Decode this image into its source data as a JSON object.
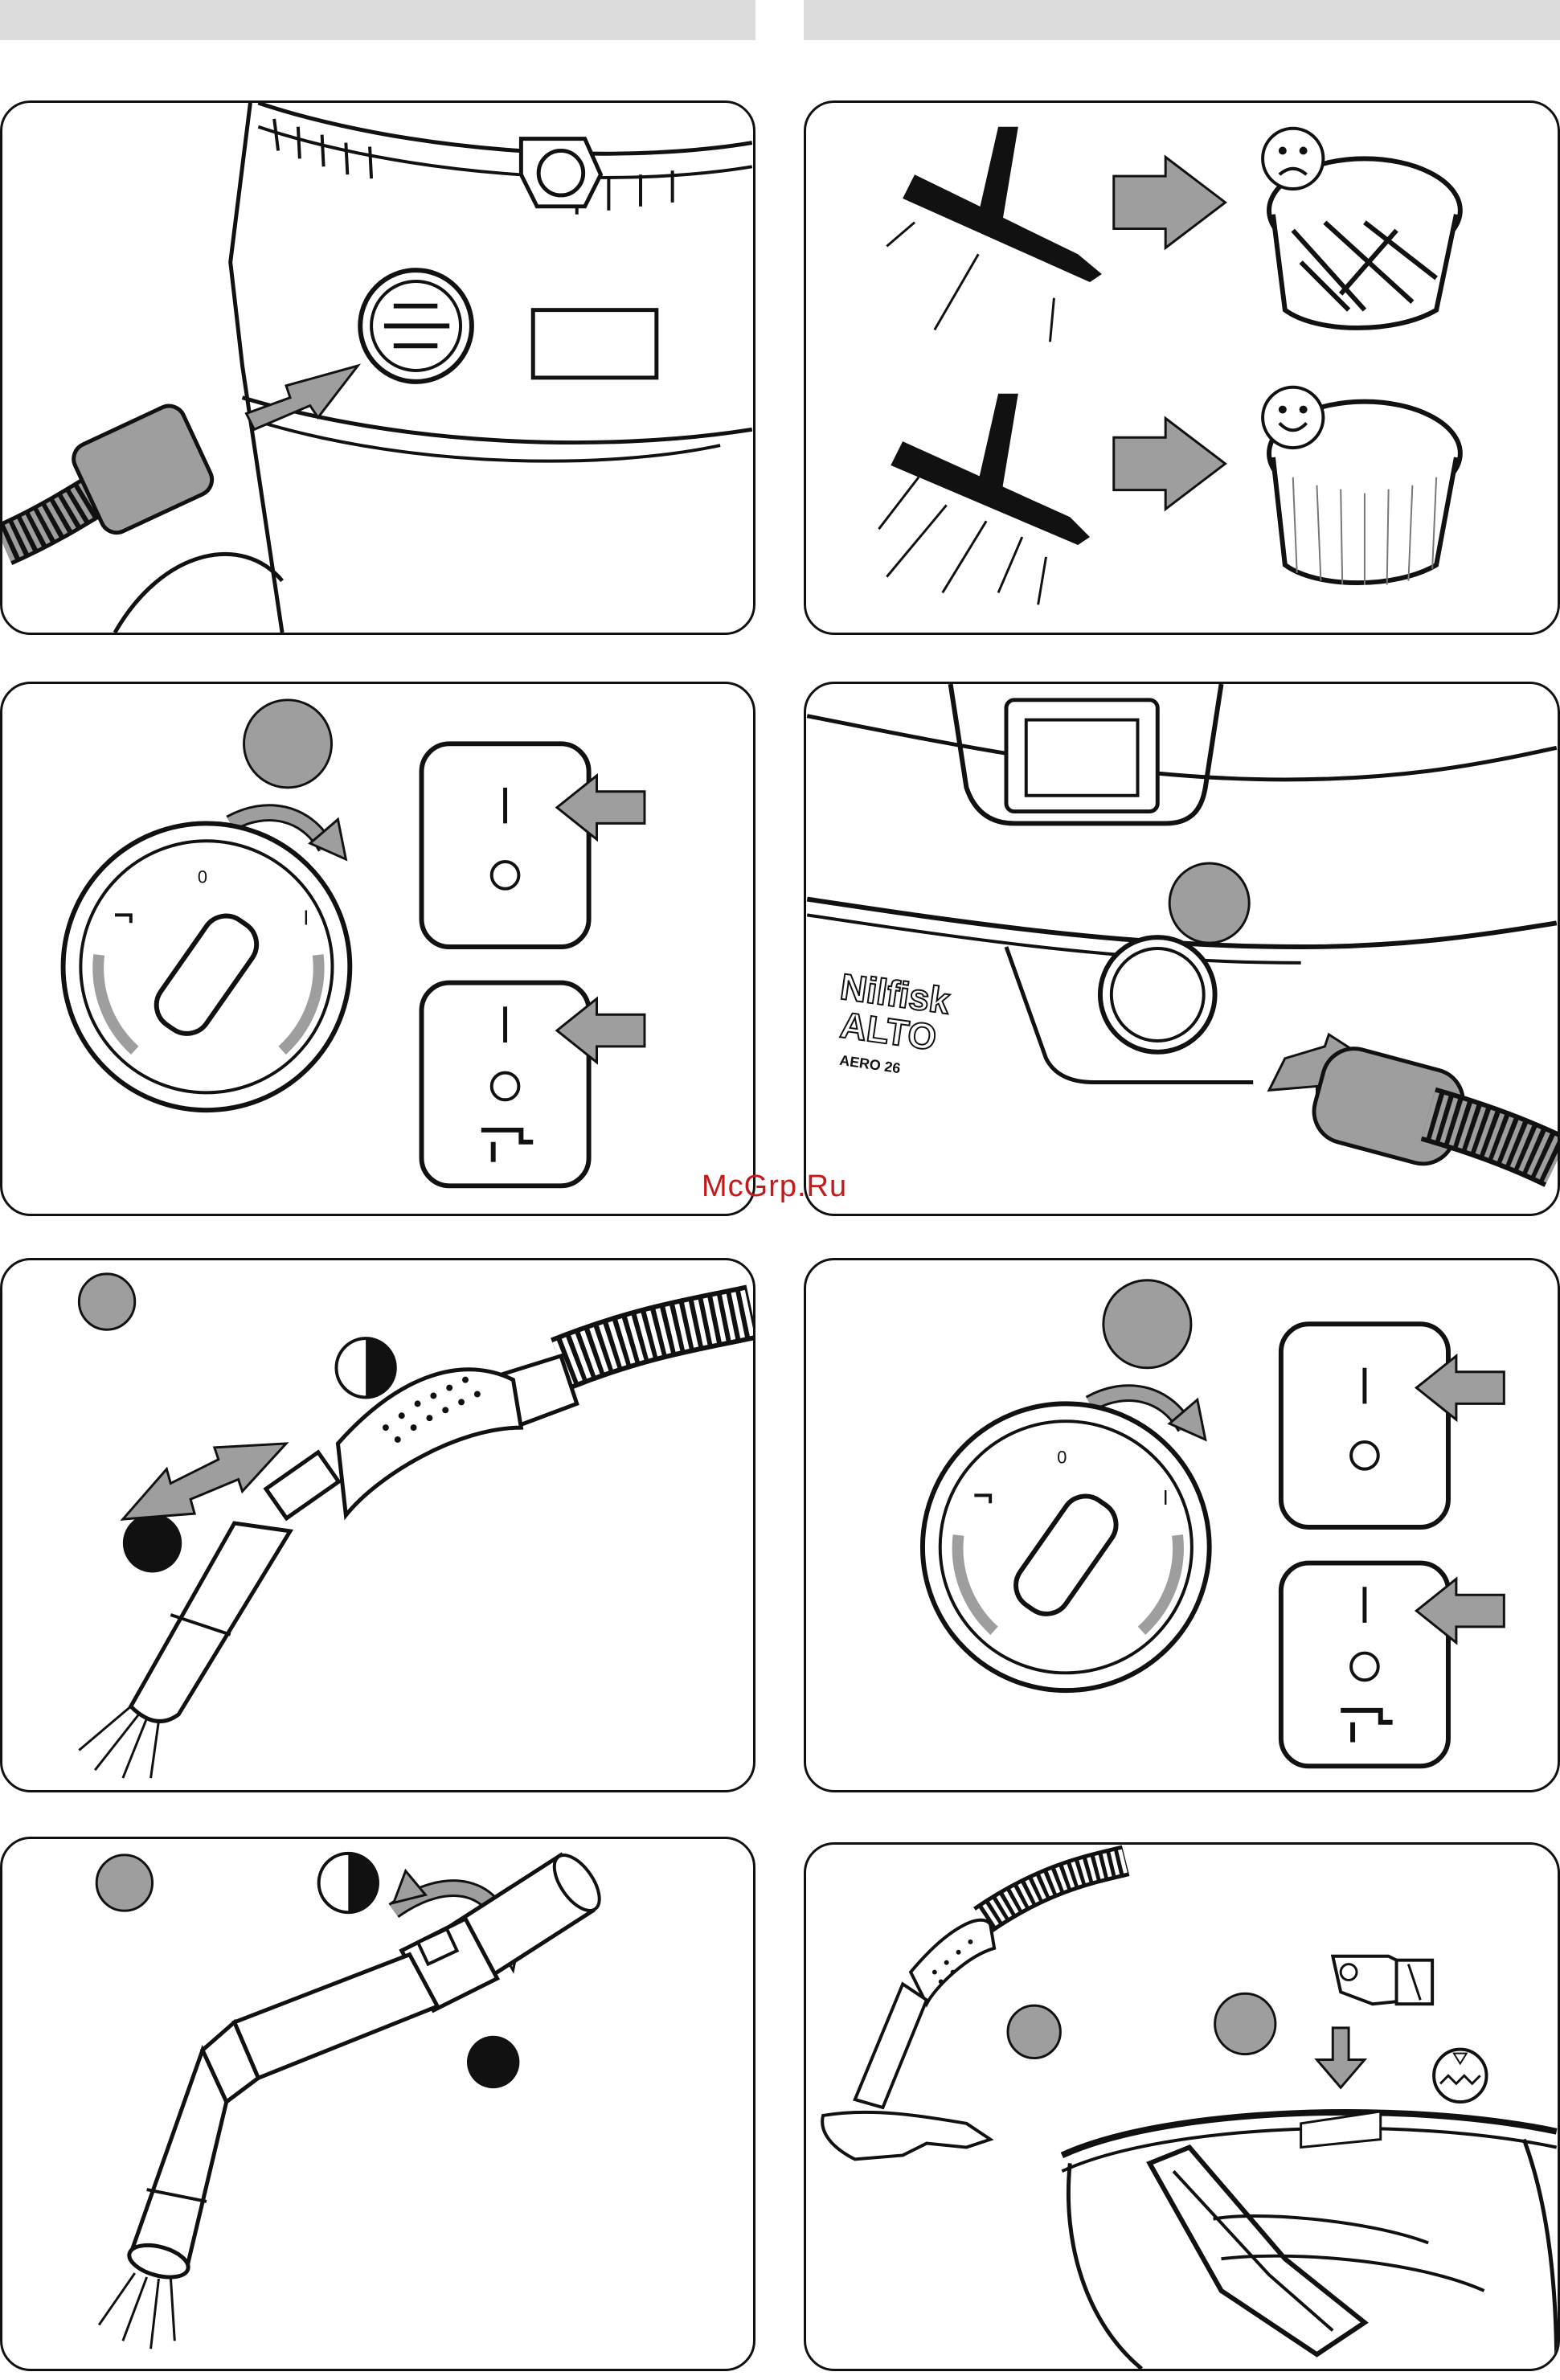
{
  "header": {
    "left_tab": "",
    "right_tab": ""
  },
  "brand": {
    "line1": "Nilfisk",
    "line2": "ALTO",
    "model": "AERO 26"
  },
  "switch": {
    "off_mark": "0",
    "on_mark": "I"
  },
  "watermark": "McGrp.Ru",
  "colors": {
    "gray": "#9e9e9e",
    "black": "#111111",
    "accent": "#c41a1a"
  }
}
